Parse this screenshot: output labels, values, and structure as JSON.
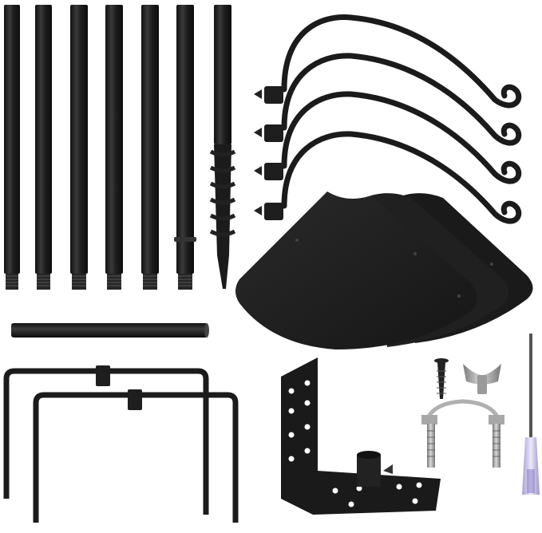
{
  "image": {
    "background": "#ffffff",
    "metal_color": "#1d1d1d",
    "highlight_color": "#5a5a5a",
    "steel_color": "#9a9a9a",
    "handle_color": "#c9c2e6"
  },
  "parts": {
    "pole_sections": 6,
    "ground_stake": 1,
    "hanging_hooks": 4,
    "baffles": 3,
    "crossbar": 1,
    "ground_frames": 2,
    "corner_bracket": 1,
    "screw": 1,
    "wing_nut": 1,
    "pipe_clamp": 1,
    "screwdriver": 1
  }
}
